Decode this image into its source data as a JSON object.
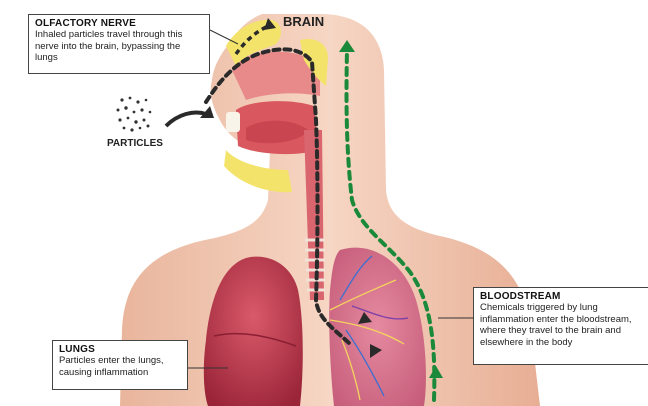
{
  "labels": {
    "brain": "BRAIN",
    "particles": "PARTICLES"
  },
  "callouts": {
    "olfactory": {
      "title": "OLFACTORY NERVE",
      "text": "Inhaled particles travel through this nerve into the brain, bypassing the lungs"
    },
    "bloodstream": {
      "title": "BLOODSTREAM",
      "text": "Chemicals triggered by lung inflammation enter the bloodstream, where they travel to the brain and elsewhere in the body"
    },
    "lungs": {
      "title": "LUNGS",
      "text": "Particles enter the lungs, causing inflammation"
    }
  },
  "colors": {
    "skin": "#f2c7b0",
    "tissue": "#e06a6a",
    "lung": "#c73a4f",
    "nerve": "#f3e36a",
    "particle_path": "#2a2a2a",
    "blood_path": "#1a8a3a"
  }
}
